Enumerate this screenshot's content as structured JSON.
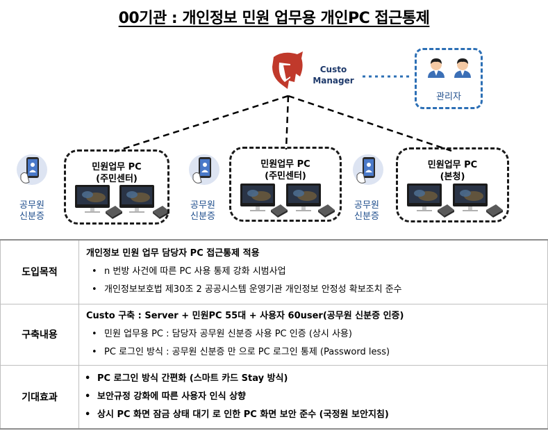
{
  "title": "00기관 : 개인정보 민원 업무용 개인PC 접근통제",
  "server": {
    "label_line1": "Custo",
    "label_line2": "Manager",
    "icon": "helmet-logo-icon",
    "color": "#c0392b"
  },
  "admin": {
    "label": "관리자",
    "icon": "user-pair-icon",
    "border_color": "#2c6fb5"
  },
  "pc_groups": [
    {
      "title_line1": "민원업무 PC",
      "title_line2": "(주민센터)"
    },
    {
      "title_line1": "민원업무 PC",
      "title_line2": "(주민센터)"
    },
    {
      "title_line1": "민원업무 PC",
      "title_line2": "(본청)"
    }
  ],
  "id_card": {
    "label_line1": "공무원",
    "label_line2": "신분증",
    "icon": "smartphone-id-icon",
    "color": "#1f4e8c"
  },
  "table": {
    "rows": [
      {
        "heading": "도입목적",
        "header_line": "개인정보 민원 업무 담당자 PC 접근통제 적용",
        "bullets": [
          "n 번방 사건에 따른 PC 사용 통제 강화 시범사업",
          "개인정보보호법 제30조 2 공공시스템 운영기관 개인정보 안정성 확보조치 준수"
        ]
      },
      {
        "heading": "구축내용",
        "header_line": "Custo 구축 : Server + 민원PC 55대   + 사용자 60user(공무원 신분증 인증)",
        "bullets": [
          "민원 업무용 PC :  담당자 공무원 신분증 사용 PC 인증 (상시 사용)",
          "PC 로그인 방식 : 공무원 신분증 만 으로 PC 로그인 통제 (Password less)"
        ]
      },
      {
        "heading": "기대효과",
        "bullets": [
          "PC 로그인 방식 간편화 (스마트 카드 Stay 방식)",
          "보안규정 강화에 따른 사용자 인식 상향",
          "상시 PC 화면 잠금 상태 대기 로 인한 PC 화면 보안 준수 (국정원 보안지침)"
        ]
      }
    ]
  }
}
